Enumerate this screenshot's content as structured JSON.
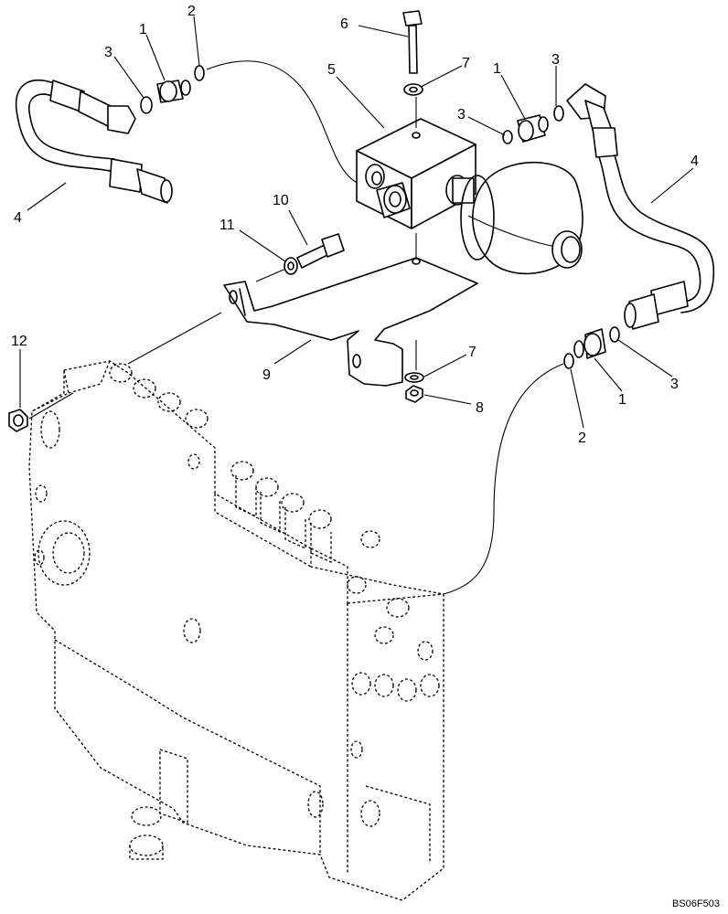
{
  "drawing_code": "BS06F503",
  "callouts": {
    "c1a": "1",
    "c1b": "1",
    "c1c": "1",
    "c2a": "2",
    "c2b": "2",
    "c3a": "3",
    "c3b": "3",
    "c3c": "3",
    "c3d": "3",
    "c4a": "4",
    "c4b": "4",
    "c5": "5",
    "c6": "6",
    "c7a": "7",
    "c7b": "7",
    "c8": "8",
    "c9": "9",
    "c10": "10",
    "c11": "11",
    "c12": "12"
  }
}
